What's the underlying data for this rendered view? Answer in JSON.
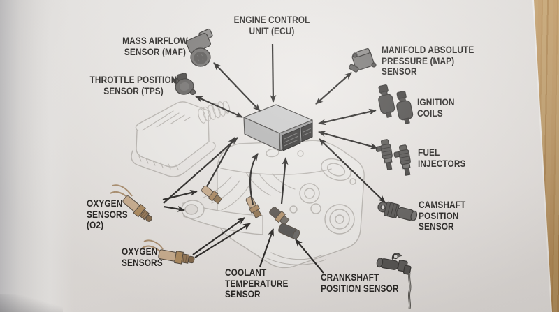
{
  "diagram": {
    "title_context": "Engine management components pointing to the ECU (book-page illustration)",
    "labels": {
      "ecu": {
        "lines": [
          "ENGINE CONTROL",
          "UNIT (ECU)"
        ]
      },
      "maf": {
        "lines": [
          "MASS AIRFLOW",
          "SENSOR (MAF)"
        ]
      },
      "tps": {
        "lines": [
          "THROTTLE POSITION",
          "SENSOR (TPS)"
        ]
      },
      "map": {
        "lines": [
          "MANIFOLD ABSOLUTE",
          "PRESSURE (MAP)",
          "SENSOR"
        ]
      },
      "ignition": {
        "lines": [
          "IGNITION",
          "COILS"
        ]
      },
      "injectors": {
        "lines": [
          "FUEL",
          "INJECTORS"
        ]
      },
      "camshaft": {
        "lines": [
          "CAMSHAFT",
          "POSITION",
          "SENSOR"
        ]
      },
      "crankshaft": {
        "lines": [
          "CRANKSHAFT",
          "POSITION SENSOR"
        ]
      },
      "coolant": {
        "lines": [
          "COOLANT",
          "TEMPERATURE",
          "SENSOR"
        ]
      },
      "o2_left": {
        "lines": [
          "OXYGEN",
          "SENSORS",
          "(O2)"
        ]
      },
      "o2_bottom": {
        "lines": [
          "OXYGEN",
          "SENSORS"
        ]
      }
    },
    "connections": [
      {
        "from": "engine-control-unit-label",
        "to": "ecu-box",
        "arrow": "single"
      },
      {
        "from": "mass-airflow-sensor",
        "to": "ecu-box",
        "arrow": "double"
      },
      {
        "from": "throttle-position-sensor",
        "to": "ecu-box",
        "arrow": "double"
      },
      {
        "from": "manifold-absolute-pressure-sensor",
        "to": "ecu-box",
        "arrow": "double"
      },
      {
        "from": "ignition-coils",
        "to": "ecu-box",
        "arrow": "double"
      },
      {
        "from": "fuel-injectors",
        "to": "ecu-box",
        "arrow": "double"
      },
      {
        "from": "camshaft-position-sensor",
        "to": "ecu-box",
        "arrow": "double"
      },
      {
        "from": "oxygen-sensors-o2",
        "to": "ecu-box",
        "arrow": "single"
      },
      {
        "from": "oxygen-sensors-o2",
        "to": "exhaust-manifold-locations",
        "arrow": "single"
      },
      {
        "from": "oxygen-sensors-bottom",
        "to": "exhaust-manifold-locations",
        "arrow": "single"
      },
      {
        "from": "engine-mounted-sensors",
        "to": "ecu-box",
        "arrow": "single-curved"
      },
      {
        "from": "coolant-temperature-label",
        "to": "coolant-sensor-on-engine",
        "arrow": "single"
      },
      {
        "from": "crankshaft-position-label",
        "to": "crankshaft-sensor-on-engine",
        "arrow": "single"
      }
    ],
    "colors": {
      "paper": "#e9e6e3",
      "ink": "#1e1c1a",
      "engine_line_art": "#b7b3ae",
      "component_gray": "#4e4c4a",
      "component_tan": "#c9ac8c",
      "ecu_top": "#c8c8c8",
      "wood_desk": "#c79f66"
    }
  }
}
